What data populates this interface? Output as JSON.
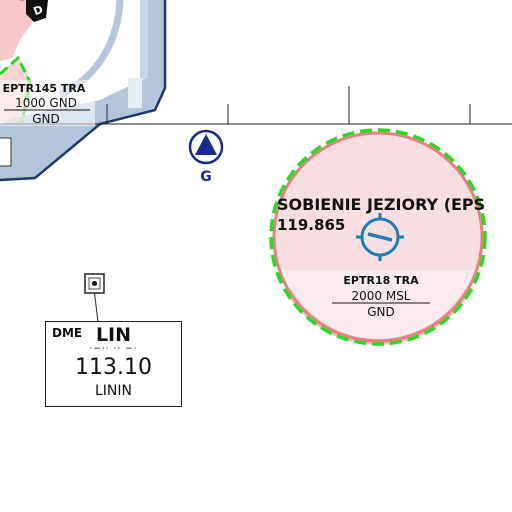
{
  "colors": {
    "airspace_blue": "#b5c6da",
    "airspace_blue_edge": "#1f3a66",
    "tra_pink": "#f4b6b6",
    "tra_pink_edge": "#e88080",
    "dash_green": "#22dd22",
    "navaid_dark_blue": "#1a2a8c",
    "vor_teal": "#1a7fb5"
  },
  "tra_left": {
    "name": "EPTR145 TRA",
    "upper": "1000 GND",
    "lower": "GND",
    "corner_text": "D"
  },
  "aerodrome": {
    "name": "SOBIENIE JEZIORY (EPS",
    "frequency": "119.865",
    "navaid_icon": "vor-compass-icon"
  },
  "tra_right": {
    "name": "EPTR18 TRA",
    "upper": "2000 MSL",
    "lower": "GND"
  },
  "reporting_point": {
    "icon": "compulsory-reporting-point-icon",
    "letter": "G"
  },
  "dme": {
    "kind": "DME",
    "ident": "LIN",
    "morse": "·−·· ·· −·",
    "frequency": "113.10",
    "name": "LININ",
    "icon": "dme-station-icon"
  }
}
